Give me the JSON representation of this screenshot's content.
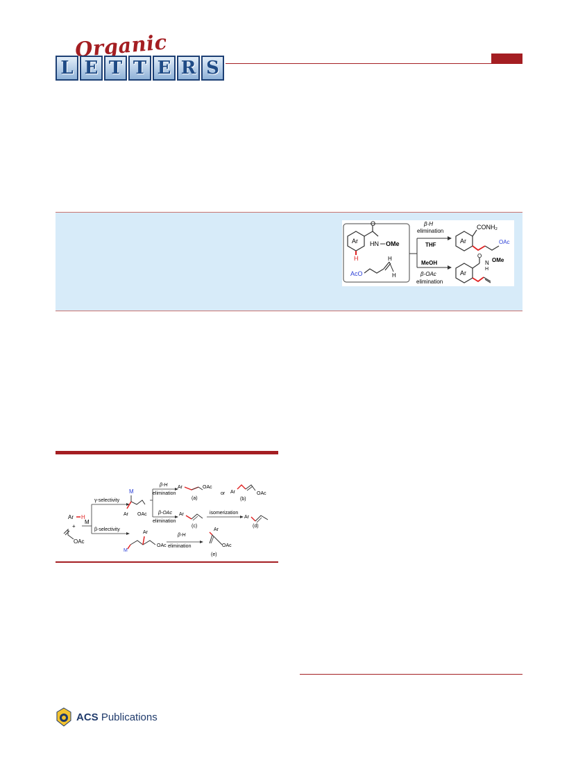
{
  "masthead": {
    "script_word": "Organic",
    "letters": [
      "L",
      "E",
      "T",
      "T",
      "E",
      "R",
      "S"
    ]
  },
  "toc": {
    "ar": "Ar",
    "h_red": "H",
    "carbonyl_o": "O",
    "amide": "HN",
    "ome_bold": "OMe",
    "aco": "AcO",
    "vinyl_h_top": "H",
    "vinyl_h_right": "H",
    "beta_h": "β-H",
    "elimination_top": "elimination",
    "thf": "THF",
    "meoh": "MeOH",
    "beta_oac": "β-OAc",
    "elimination_bottom": "elimination",
    "product_top_conh2": "CONH₂",
    "product_top_oac": "OAc",
    "product_bottom_o": "O",
    "product_bottom_n": "N",
    "product_bottom_h": "H",
    "product_bottom_ome": "OMe"
  },
  "scheme": {
    "ar_h": "Ar",
    "h": "H",
    "plus": "+",
    "m": "M",
    "oac": "OAc",
    "gamma_selectivity": "γ-selectivity",
    "beta_selectivity": "β-selectivity",
    "int_m": "M",
    "int_ar": "Ar",
    "int_oac": "OAc",
    "beta_h": "β-H",
    "elimination_1": "elimination",
    "beta_oac": "β-OAc",
    "elimination_2": "elimination",
    "prod_a_ar": "Ar",
    "prod_a_oac": "OAc",
    "label_a": "(a)",
    "or": "or",
    "prod_b_ar": "Ar",
    "prod_b_oac": "OAc",
    "label_b": "(b)",
    "prod_c_ar": "Ar",
    "label_c": "(c)",
    "isomerization": "isomerization",
    "prod_d_ar": "Ar",
    "label_d": "(d)",
    "beta_int_ar": "Ar",
    "beta_int_m": "M",
    "beta_int_oac": "OAc",
    "beta_h_2": "β-H",
    "elimination_3": "elimination",
    "prod_e_ar": "Ar",
    "prod_e_oac": "OAc",
    "label_e": "(e)"
  },
  "publisher": {
    "name_bold": "ACS",
    "name_rest": " Publications"
  },
  "colors": {
    "brand_red": "#a41e22",
    "abstract_bg": "#d7ebf9",
    "blue": "#2b3fd6",
    "red": "#e02020"
  }
}
